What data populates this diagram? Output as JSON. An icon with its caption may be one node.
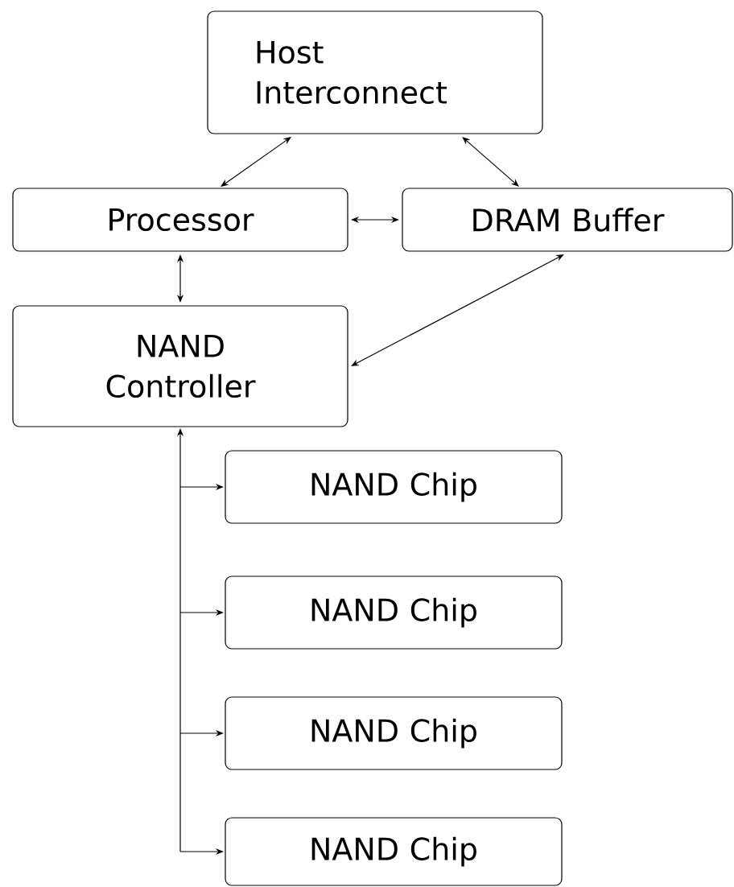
{
  "diagram": {
    "nodes": [
      {
        "text": [
          "Host Interconnect"
        ]
      },
      {
        "text": [
          "Processor"
        ]
      },
      {
        "text": [
          "DRAM Buffer"
        ]
      },
      {
        "text": [
          "NAND Controller"
        ]
      },
      {
        "text": [
          "NAND Chip"
        ]
      },
      {
        "text": [
          "NAND Chip"
        ]
      },
      {
        "text": [
          "NAND Chip"
        ]
      },
      {
        "text": [
          "NAND Chip"
        ]
      }
    ],
    "edges": [
      {
        "from": 0,
        "to": 1,
        "arrow": "both"
      },
      {
        "from": 0,
        "to": 2,
        "arrow": "both"
      },
      {
        "from": 1,
        "to": 2,
        "arrow": "both"
      },
      {
        "from": 1,
        "to": 3,
        "arrow": "both"
      },
      {
        "from": 2,
        "to": 3,
        "arrow": "both"
      },
      {
        "from": 3,
        "to": 4,
        "arrow": "both"
      },
      {
        "from": 3,
        "to": 5,
        "arrow": "both"
      },
      {
        "from": 3,
        "to": 6,
        "arrow": "both"
      },
      {
        "from": 3,
        "to": 7,
        "arrow": "both"
      }
    ]
  }
}
